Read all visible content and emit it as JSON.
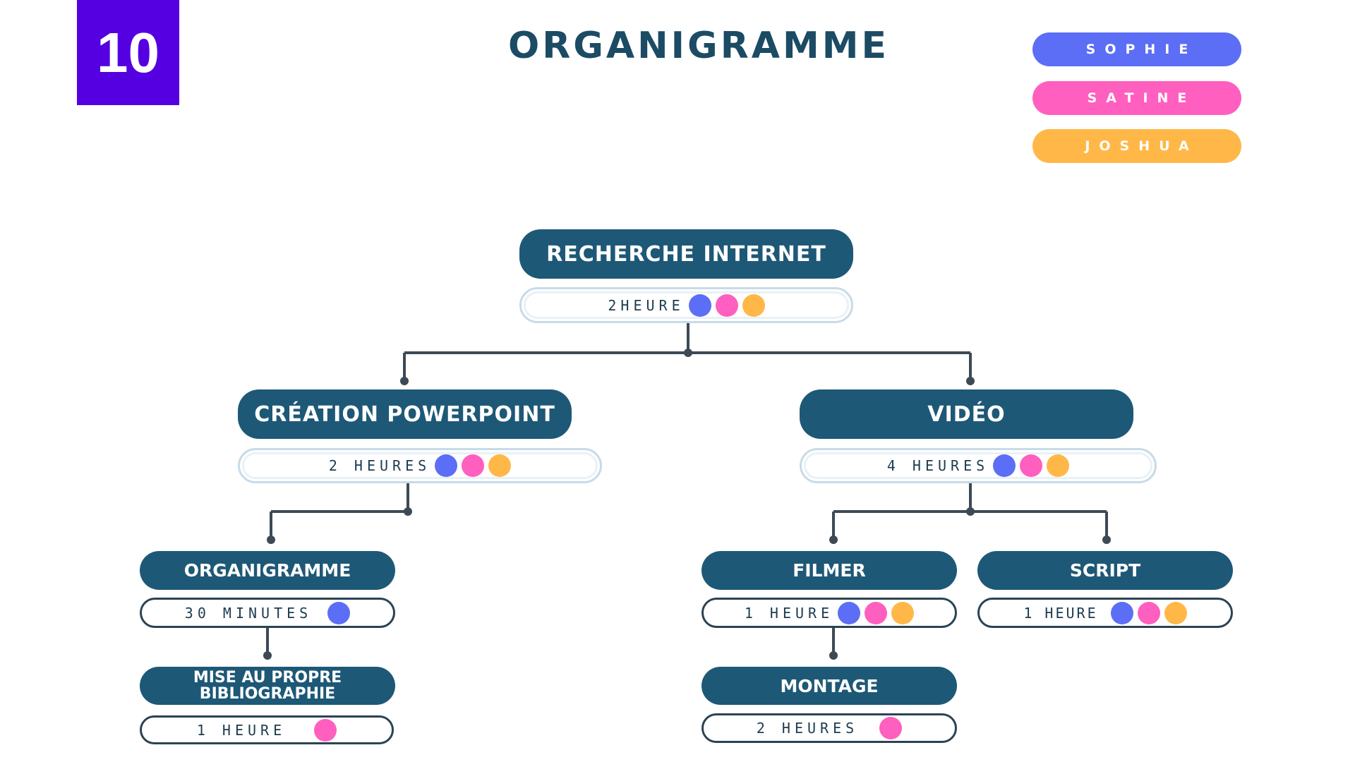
{
  "slide_number": "10",
  "title": "ORGANIGRAMME",
  "colors": {
    "sophie": "#5b6ef5",
    "satine": "#ff5fbf",
    "joshua": "#ffb848",
    "node": "#1e5877",
    "line": "#3d4a55"
  },
  "legend": [
    {
      "name": "SOPHIE",
      "color": "#5b6ef5"
    },
    {
      "name": "SATINE",
      "color": "#ff5fbf"
    },
    {
      "name": "JOSHUA",
      "color": "#ffb848"
    }
  ],
  "nodes": {
    "recherche": {
      "label": "RECHERCHE INTERNET",
      "duration": "2HEURE",
      "members": [
        "sophie",
        "satine",
        "joshua"
      ]
    },
    "powerpoint": {
      "label": "CRÉATION POWERPOINT",
      "duration": "2 HEURES",
      "members": [
        "sophie",
        "satine",
        "joshua"
      ]
    },
    "video": {
      "label": "VIDÉO",
      "duration": "4 HEURES",
      "members": [
        "sophie",
        "satine",
        "joshua"
      ]
    },
    "organigramme": {
      "label": "ORGANIGRAMME",
      "duration": "30 MINUTES",
      "members": [
        "sophie"
      ]
    },
    "bibliographie": {
      "label_line1": "MISE AU PROPRE",
      "label_line2": "BIBLIOGRAPHIE",
      "duration": "1 HEURE",
      "members": [
        "satine"
      ]
    },
    "filmer": {
      "label": "FILMER",
      "duration": "1 HEURE",
      "members": [
        "sophie",
        "satine",
        "joshua"
      ]
    },
    "script": {
      "label": "SCRIPT",
      "duration": "1 HEURE",
      "members": [
        "sophie",
        "satine",
        "joshua"
      ]
    },
    "montage": {
      "label": "MONTAGE",
      "duration": "2 HEURES",
      "members": [
        "satine"
      ]
    }
  }
}
